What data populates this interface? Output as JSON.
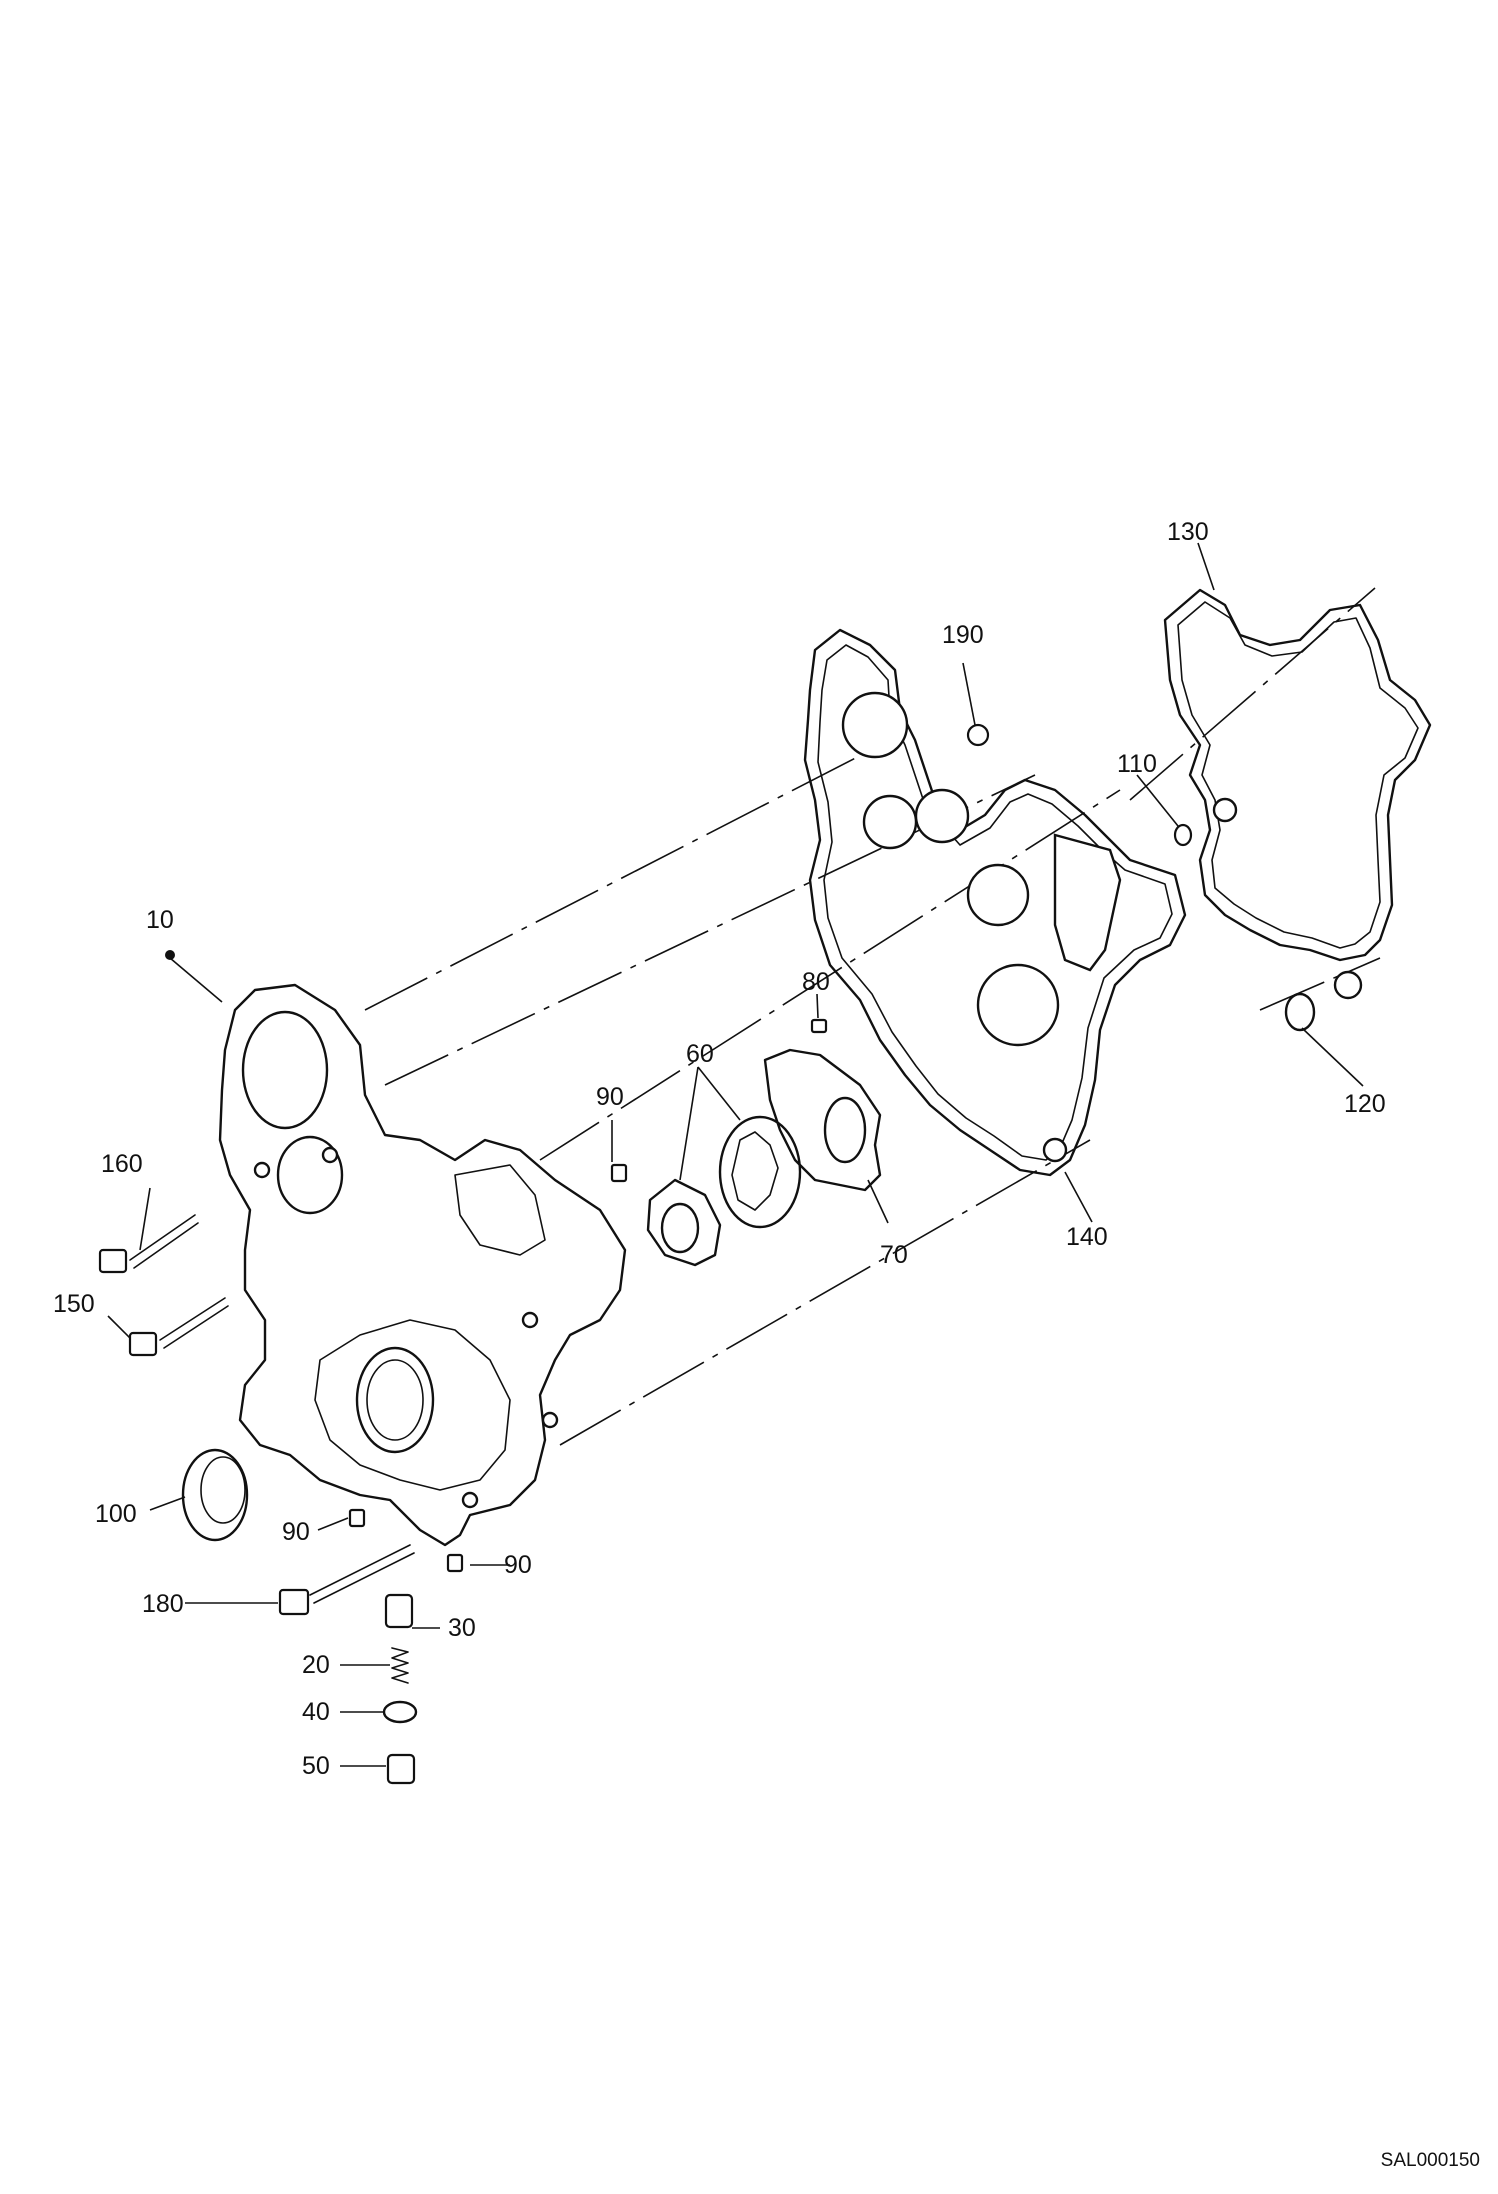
{
  "drawing_code": "SAL000150",
  "callouts": {
    "c10": "10",
    "c20": "20",
    "c30": "30",
    "c40": "40",
    "c50": "50",
    "c60": "60",
    "c70": "70",
    "c80": "80",
    "c90a": "90",
    "c90b": "90",
    "c90c": "90",
    "c100": "100",
    "c110": "110",
    "c120": "120",
    "c130": "130",
    "c140": "140",
    "c150": "150",
    "c160": "160",
    "c180": "180",
    "c190": "190"
  }
}
